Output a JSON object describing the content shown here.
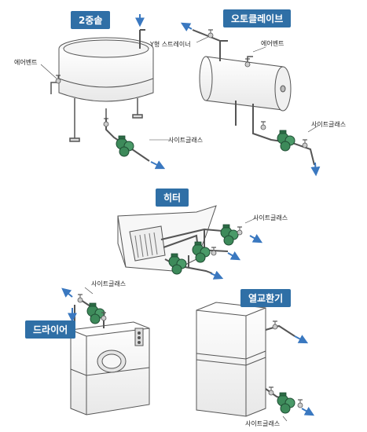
{
  "sections": {
    "double_boiler": "2중솥",
    "autoclave": "오토클레이브",
    "heater": "히터",
    "dryer": "드라이어",
    "heat_exchanger": "열교환기"
  },
  "callouts": {
    "air_vent_1": "에어벤트",
    "air_vent_2": "에어벤트",
    "y_strainer": "Y형 스트레이너",
    "sight_glass_1": "사이트글래스",
    "sight_glass_2": "사이트글래스",
    "sight_glass_3": "사이트글래스",
    "sight_glass_4": "사이트글래스",
    "sight_glass_5": "사이트글래스"
  },
  "colors": {
    "label_bg": "#2f6fa6",
    "trap_green": "#3d8a5a",
    "flow_arrow": "#3a78c0",
    "line": "#555555"
  }
}
